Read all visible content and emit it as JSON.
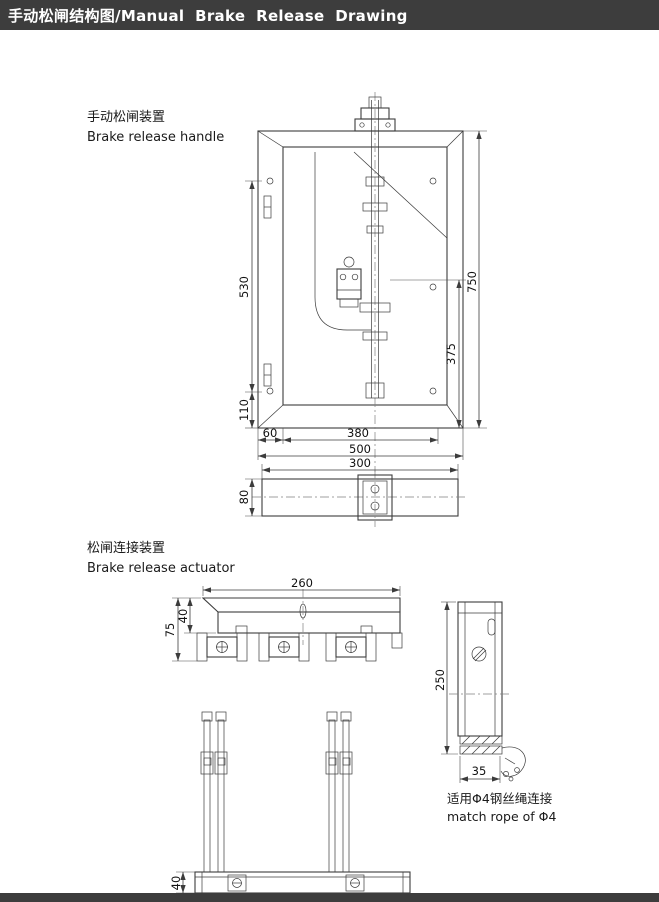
{
  "header": {
    "title": "手动松闸结构图/Manual Brake Release Drawing"
  },
  "sections": {
    "handle": {
      "label_zh": "手动松闸装置",
      "label_en": "Brake release handle",
      "dims": {
        "left_upper": "530",
        "left_lower": "110",
        "right_full": "750",
        "right_half": "375",
        "bottom_left": "60",
        "bottom_mid": "380",
        "bottom_total": "500",
        "side_width": "300",
        "side_height": "80"
      }
    },
    "actuator": {
      "label_zh": "松闸连接装置",
      "label_en": "Brake release actuator",
      "dims": {
        "top_width": "260",
        "plate_height": "40",
        "assembly_height": "75",
        "rail_height": "40",
        "side_height": "250",
        "side_width": "35"
      },
      "note_zh": "适用Φ4钢丝绳连接",
      "note_en": "match rope of Φ4"
    }
  }
}
